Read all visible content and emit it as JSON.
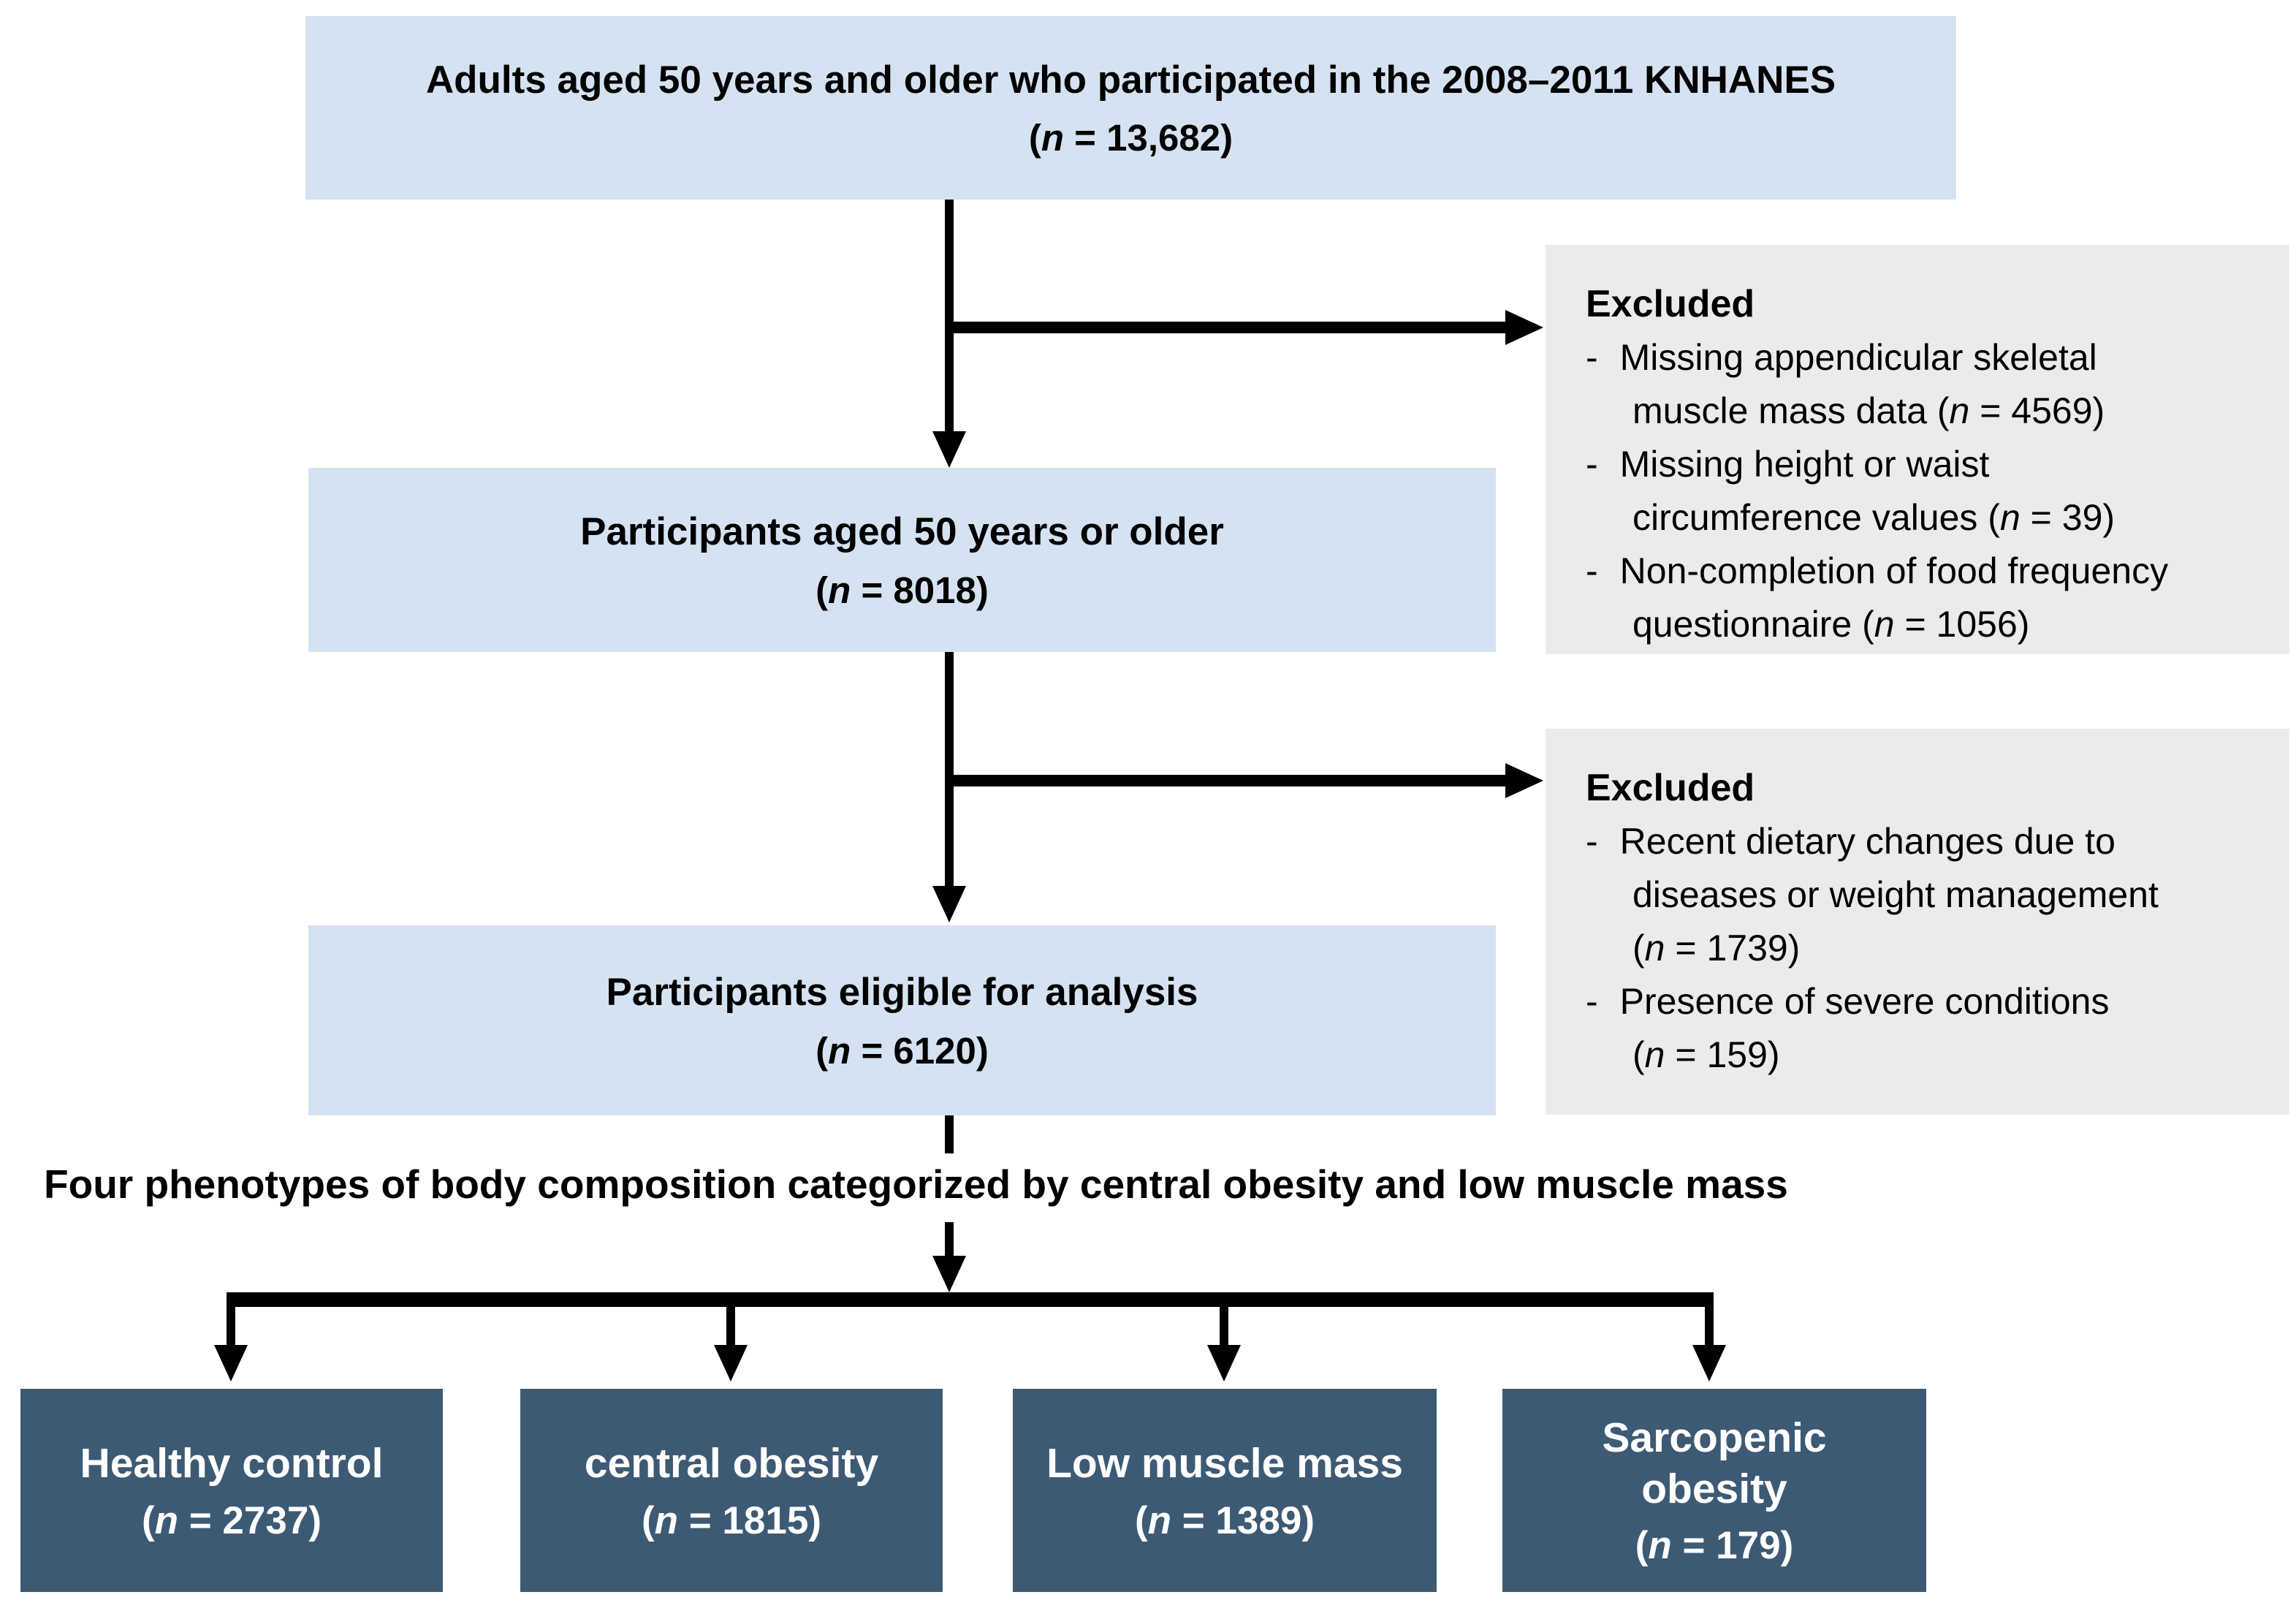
{
  "figure": {
    "colors": {
      "cohort_box_fill": "#d5e2f1",
      "excluded_box_fill": "#ebebe9",
      "phenotype_box_fill": "#3d5a75",
      "connector_color": "#000000"
    },
    "cohort_boxes": {
      "initial": {
        "title": "Adults aged 50 years and older who participated in the 2008–2011 KNHANES",
        "n_label": "(n = 13,682)"
      },
      "aged_50": {
        "title": "Participants aged 50 years or older",
        "n_label": "(n = 8018)"
      },
      "eligible": {
        "title": "Participants eligible for analysis",
        "n_label": "(n = 6120)"
      }
    },
    "excluded_boxes": [
      {
        "heading": "Excluded",
        "items": [
          "Missing appendicular skeletal\nmuscle mass data (n = 4569)",
          "Missing height or waist\ncircumference values (n = 39)",
          "Non-completion of food frequency\nquestionnaire (n = 1056)"
        ]
      },
      {
        "heading": "Excluded",
        "items": [
          "Recent dietary changes due to\ndiseases or weight management\n(n = 1739)",
          "Presence of severe conditions\n(n = 159)"
        ]
      }
    ],
    "phenotype_label": "Four phenotypes of body composition categorized by central obesity and low muscle mass",
    "phenotype_boxes": [
      {
        "name": "Healthy control",
        "n_label": "(n = 2737)"
      },
      {
        "name": "central obesity",
        "n_label": "(n = 1815)"
      },
      {
        "name": "Low muscle mass",
        "n_label": "(n = 1389)"
      },
      {
        "name": "Sarcopenic\nobesity",
        "n_label": "(n = 179)"
      }
    ]
  }
}
